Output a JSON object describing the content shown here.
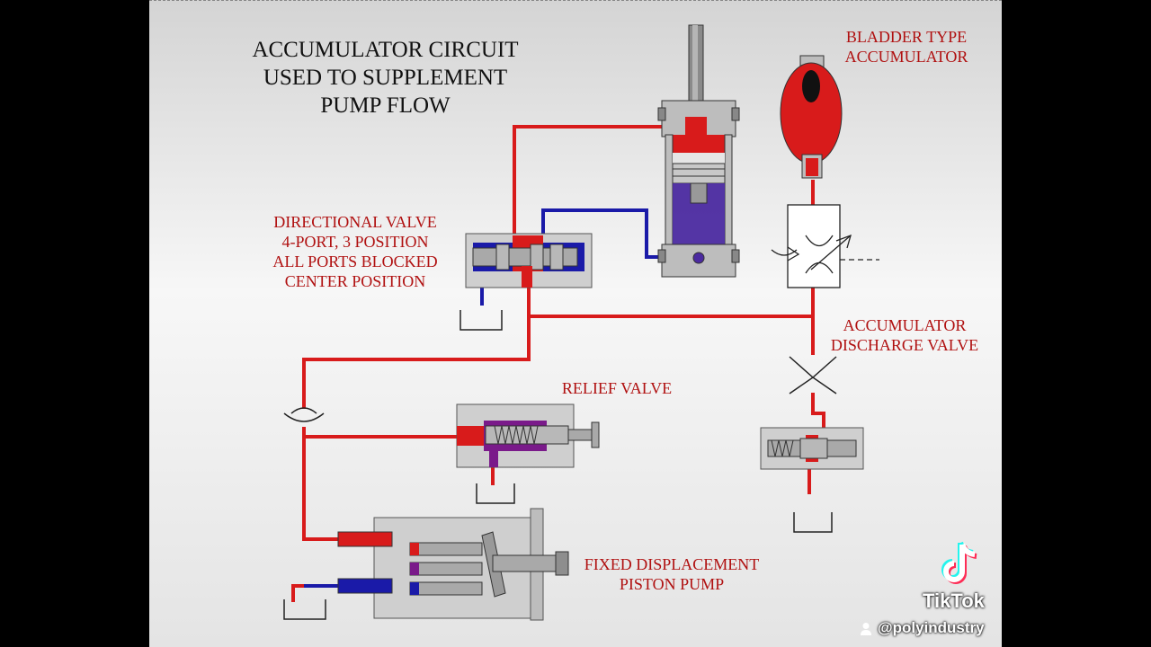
{
  "title": {
    "line1": "ACCUMULATOR CIRCUIT",
    "line2": "USED TO SUPPLEMENT",
    "line3": "PUMP FLOW"
  },
  "labels": {
    "accumulator": {
      "line1": "BLADDER TYPE",
      "line2": "ACCUMULATOR"
    },
    "directional_valve": {
      "line1": "DIRECTIONAL VALVE",
      "line2": "4-PORT, 3 POSITION",
      "line3": "ALL PORTS BLOCKED",
      "line4": "CENTER POSITION"
    },
    "discharge_valve": {
      "line1": "ACCUMULATOR",
      "line2": "DISCHARGE  VALVE"
    },
    "relief_valve": {
      "line1": "RELIEF VALVE"
    },
    "pump": {
      "line1": "FIXED DISPLACEMENT",
      "line2": "PISTON PUMP"
    }
  },
  "watermark": {
    "brand": "TikTok",
    "handle": "@polyindustry"
  },
  "colors": {
    "pressure_line": "#d81b1b",
    "return_line": "#1a1aa8",
    "fluid_purple": "#4b2aa0",
    "body_gray": "#cfcfcf",
    "label_red": "#b01010"
  },
  "icons": [
    "tiktok-logo-icon",
    "user-icon",
    "check-valve-icon",
    "tank-icon",
    "spring-icon"
  ]
}
